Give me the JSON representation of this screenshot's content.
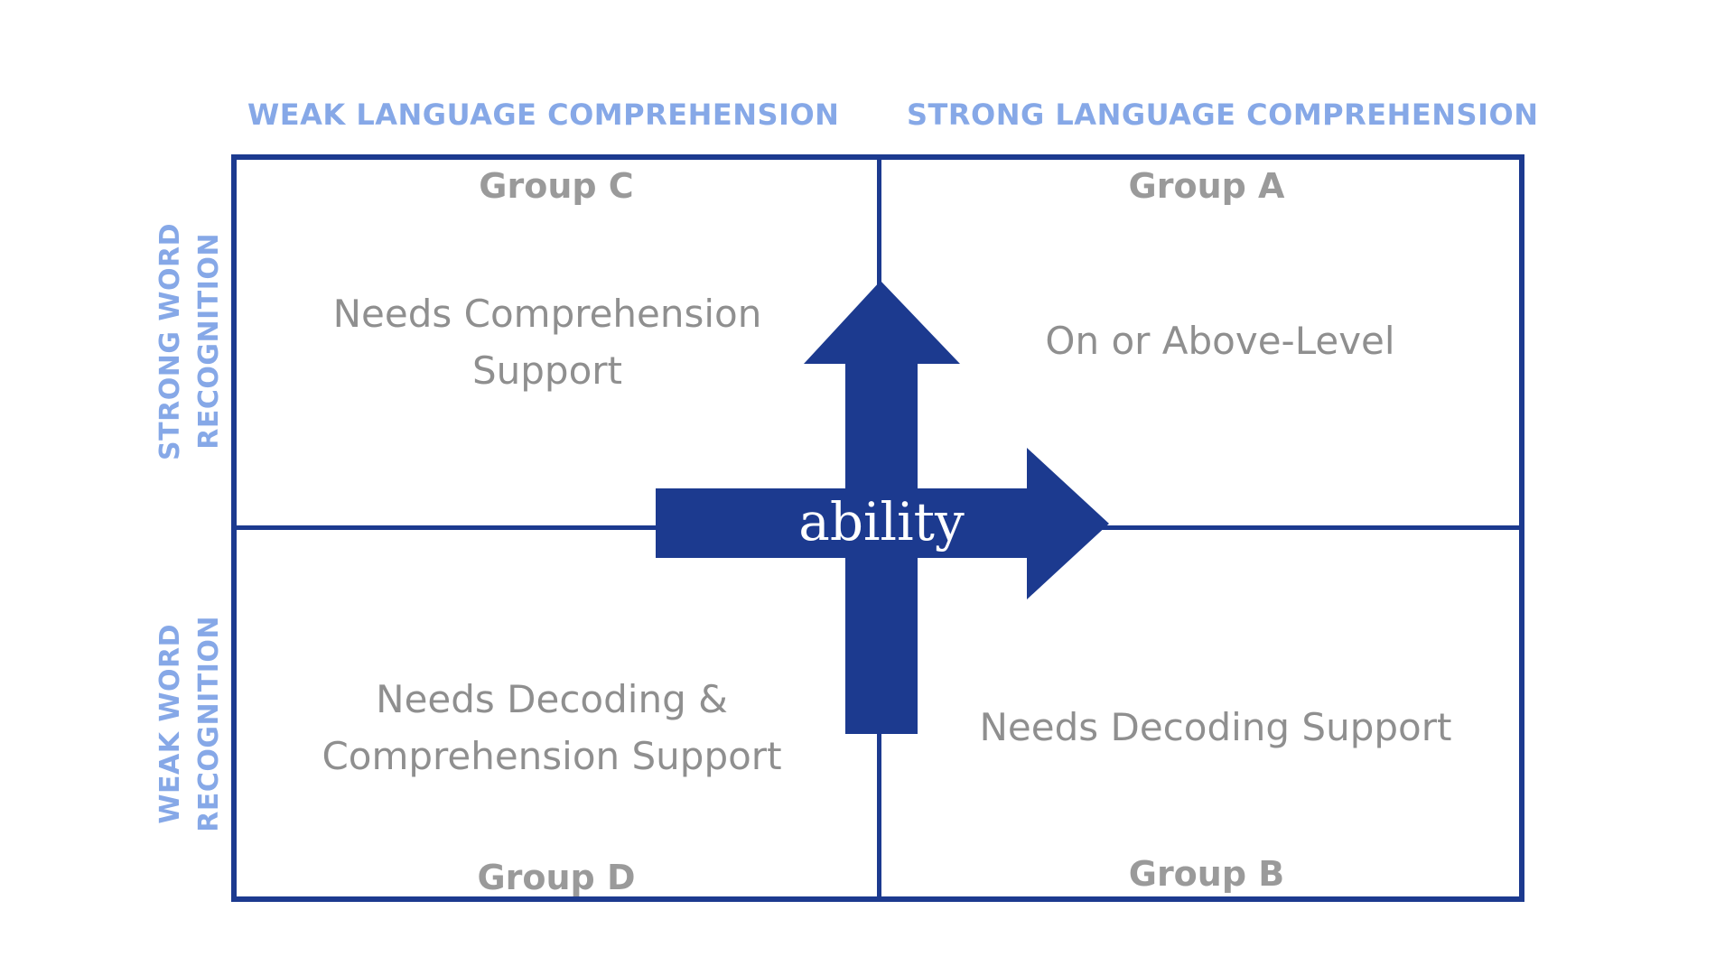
{
  "columns": {
    "weak_label": "WEAK LANGUAGE COMPREHENSION",
    "strong_label": "STRONG LANGUAGE COMPREHENSION"
  },
  "rows": {
    "strong": {
      "line1": "STRONG WORD",
      "line2": "RECOGNITION"
    },
    "weak": {
      "line1": "WEAK WORD",
      "line2": "RECOGNITION"
    }
  },
  "quadrants": {
    "top_left": {
      "group": "Group C",
      "line1": "Needs Comprehension",
      "line2": "Support"
    },
    "top_right": {
      "group": "Group A",
      "line1": "On or Above-Level"
    },
    "bottom_left": {
      "group": "Group D",
      "line1": "Needs Decoding &",
      "line2": "Comprehension Support"
    },
    "bottom_right": {
      "group": "Group B",
      "line1": "Needs Decoding Support"
    }
  },
  "center_label": "ability",
  "colors": {
    "grid_line": "#1c3a8f",
    "arrow_fill": "#1c3a8f",
    "axis_label": "#86a8e7",
    "group_text": "#9a9a9a",
    "desc_text": "#8f8f8f"
  },
  "icons": {
    "up_arrow": "arrow-up-icon",
    "right_arrow": "arrow-right-icon"
  }
}
